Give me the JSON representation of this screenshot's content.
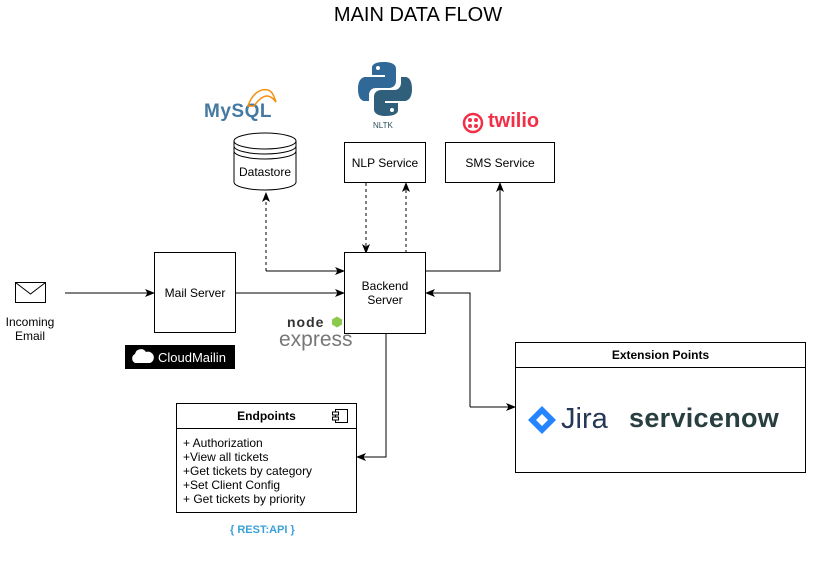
{
  "title": "MAIN DATA FLOW",
  "nodes": {
    "incoming_email": "Incoming\nEmail",
    "mail_server": "Mail Server",
    "backend_server": "Backend\nServer",
    "datastore": "Datastore",
    "nlp_service": "NLP Service",
    "sms_service": "SMS Service"
  },
  "logos": {
    "mysql": "MySQL",
    "nltk": "NLTK",
    "twilio": "twilio",
    "cloudmailin": "CloudMailin",
    "node": "node",
    "express": "express",
    "jira": "Jira",
    "servicenow": "servicenow",
    "rest_api": "{ REST:API }"
  },
  "extension_points": {
    "title": "Extension Points"
  },
  "endpoints": {
    "title": "Endpoints",
    "items": [
      "+ Authorization",
      "+View all tickets",
      "+Get tickets by category",
      "+Set Client Config",
      "+ Get tickets by priority"
    ]
  },
  "colors": {
    "mysql": "#4479a1",
    "twilio": "#f22f46",
    "jira": "#2684ff",
    "servicenow_accent": "#81b5a1",
    "python_blue": "#306998",
    "cloudmailin_bg": "#000000",
    "rest_api": "#3aa0d8"
  }
}
